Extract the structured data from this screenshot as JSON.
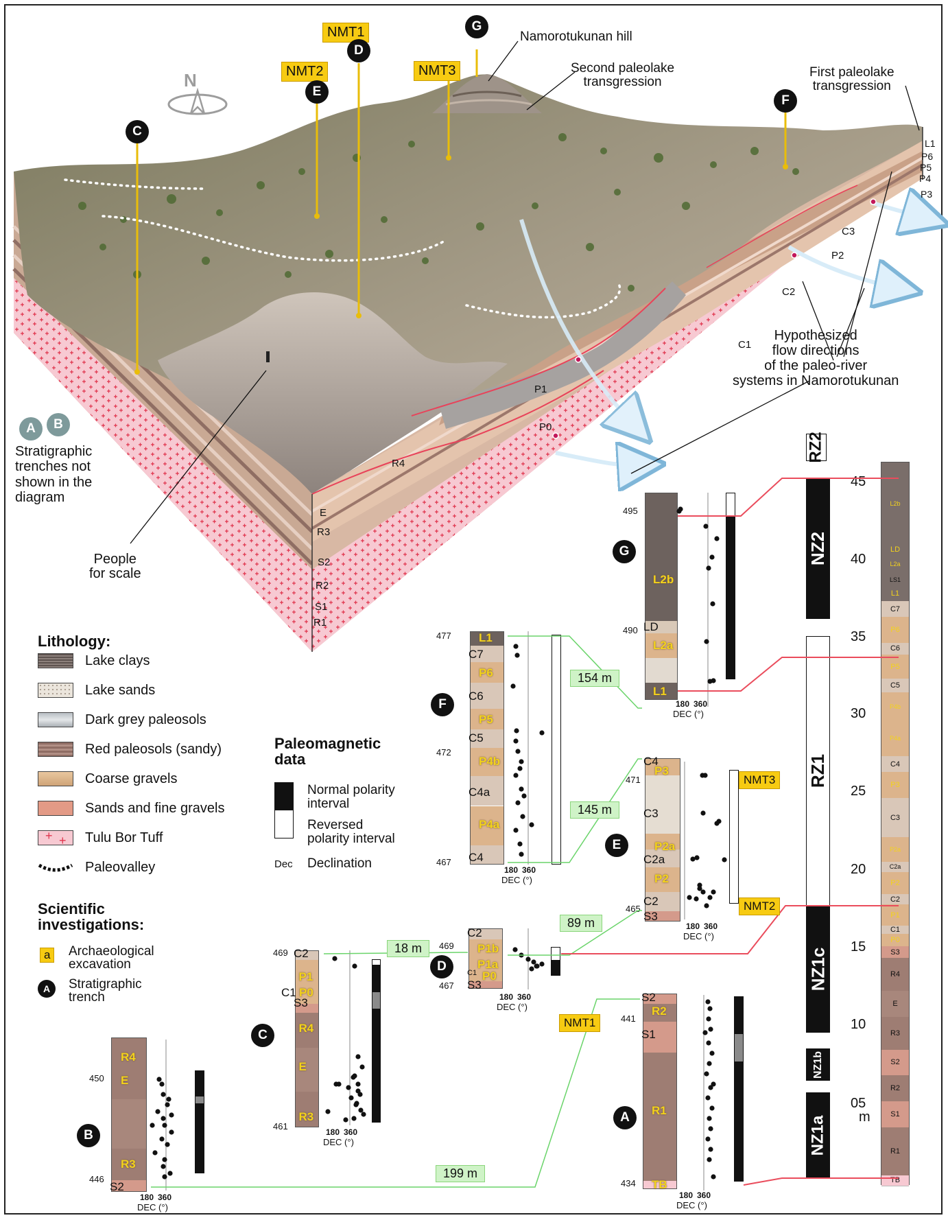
{
  "top_labels": {
    "namorotukunan_hill": "Namorotukunan hill",
    "second_transgression": "Second paleolake\ntransgression",
    "first_transgression": "First paleolake\ntransgression",
    "flow": "Hypothesized\nflow directions\nof the paleo-river\nsystems in Namorotukunan",
    "people": "People\nfor scale",
    "north": "N",
    "trenches_not_shown": "Stratigraphic\ntrenches not\nshown in the\ndiagram"
  },
  "sites": {
    "nmt1": "NMT1",
    "nmt2": "NMT2",
    "nmt3": "NMT3"
  },
  "trench_letters": {
    "a": "A",
    "b": "B",
    "c": "C",
    "d": "D",
    "e": "E",
    "f": "F",
    "g": "G"
  },
  "block_labels": {
    "p1": "P1",
    "p0": "P0",
    "c1": "C1",
    "c2": "C2",
    "c3": "C3",
    "p2": "P2",
    "p3": "P3",
    "p4": "P4",
    "p5": "P5",
    "p6": "P6",
    "l1": "L1",
    "r4": "R4",
    "e": "E",
    "r3": "R3",
    "s2": "S2",
    "r2": "R2",
    "s1": "S1",
    "r1": "R1"
  },
  "lithology": {
    "title": "Lithology:",
    "items": [
      {
        "label": "Lake clays",
        "color": "#6f6461"
      },
      {
        "label": "Lake sands",
        "color": "#e7e0d6"
      },
      {
        "label": "Dark grey paleosols",
        "color": "#cfd3d6"
      },
      {
        "label": "Red paleosols (sandy)",
        "color": "#9d7a70"
      },
      {
        "label": "Coarse gravels",
        "color": "#d9b48b"
      },
      {
        "label": "Sands and fine gravels",
        "color": "#e19a85"
      },
      {
        "label": "Tulu Bor Tuff",
        "color": "#f6c6cf"
      },
      {
        "label": "Paleovalley",
        "color": "#111111"
      }
    ]
  },
  "paleomag": {
    "title": "Paleomagnetic\ndata",
    "normal": "Normal polarity\ninterval",
    "reversed": "Reversed\npolarity interval",
    "dec_abbr": "Dec",
    "dec": "Declination"
  },
  "investigations": {
    "title": "Scientific\ninvestigations:",
    "arch_key": "a",
    "arch": "Archaeological\nexcavation",
    "trench_key": "A",
    "trench": "Stratigraphic\ntrench"
  },
  "dec_axis": {
    "t180": "180",
    "t360": "360",
    "label": "DEC (°)"
  },
  "distances": {
    "d154": "154 m",
    "d145": "145 m",
    "d18": "18 m",
    "d89": "89 m",
    "d199": "199 m"
  },
  "columns": {
    "G": {
      "ticks": [
        "495",
        "490"
      ],
      "units": [
        "L2b",
        "LD",
        "L2a",
        "L1"
      ]
    },
    "F": {
      "ticks": [
        "477",
        "472",
        "467"
      ],
      "units": [
        "L1",
        "C7",
        "P6",
        "C6",
        "P5",
        "C5",
        "P4b",
        "C4a",
        "P4a",
        "C4"
      ]
    },
    "E": {
      "ticks": [
        "471",
        "465"
      ],
      "units": [
        "C4",
        "P3",
        "C3",
        "P2a",
        "C2a",
        "P2",
        "C2",
        "S3"
      ]
    },
    "D": {
      "ticks": [
        "469",
        "467"
      ],
      "units": [
        "C2",
        "P1b",
        "P1a",
        "C1",
        "P0",
        "S3"
      ]
    },
    "C": {
      "ticks": [
        "469",
        "461"
      ],
      "units": [
        "C2",
        "P1",
        "C1",
        "P0",
        "S3",
        "R4",
        "E",
        "R3"
      ]
    },
    "B": {
      "ticks": [
        "450",
        "446"
      ],
      "units": [
        "R4",
        "E",
        "R3",
        "S2"
      ]
    },
    "A": {
      "ticks": [
        "441",
        "434"
      ],
      "units": [
        "S2",
        "R2",
        "S1",
        "R1",
        "TB"
      ]
    }
  },
  "composite": {
    "ticks": [
      "45",
      "40",
      "35",
      "30",
      "25",
      "20",
      "15",
      "10",
      "05",
      "m"
    ],
    "zones": [
      "RZ2",
      "NZ2",
      "RZ1",
      "NZ1c",
      "NZ1b",
      "NZ1a"
    ],
    "units": [
      "L2b",
      "LD",
      "L2a",
      "LS1",
      "L1",
      "C7",
      "P6",
      "C6",
      "P5",
      "C5",
      "P4b",
      "P4a",
      "C4",
      "P3",
      "C3",
      "P2a",
      "C2a",
      "P2",
      "C2",
      "P1",
      "C1",
      "P0",
      "S3",
      "R4",
      "E",
      "R3",
      "S2",
      "R2",
      "S1",
      "R1",
      "TB"
    ]
  }
}
